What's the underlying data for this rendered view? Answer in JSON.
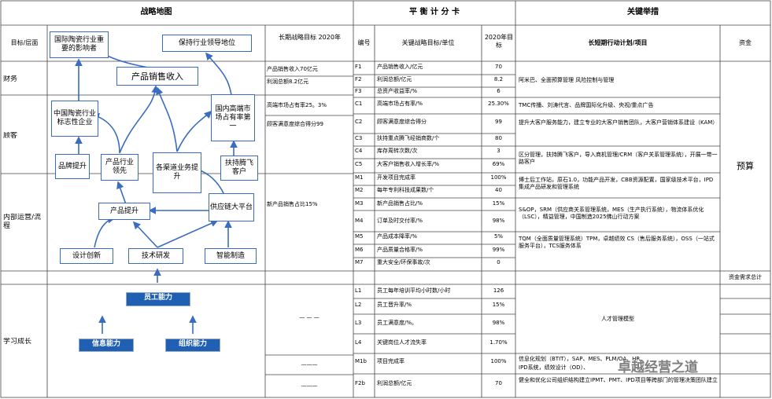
{
  "headers": {
    "strategy_map": "战略地图",
    "balanced_scorecard": "平 衡 计 分 卡",
    "key_measures": "关键举措"
  },
  "subheaders": {
    "goal_level": "目标/层面",
    "long_term_goal": "长期战略目标 2020年",
    "number": "编号",
    "kpi": "关键战略目标/单位",
    "target_2020": "2020年目标",
    "action_plan": "长短期行动计划/项目",
    "fund": "资金"
  },
  "levels": {
    "finance": "财务",
    "customer": "顾客",
    "internal": "内部运营/流程",
    "learning": "学习成长"
  },
  "map_boxes": {
    "intl_influence": "国际陶瓷行业重要的影响者",
    "lead_position": "保持行业领导地位",
    "product_sales": "产品销售收入",
    "china_brand": "中国陶瓷行业标志性企业",
    "domestic_share": "国内高端市场占有率第一",
    "brand_up": "品牌提升",
    "product_lead": "产品行业领先",
    "channel_up": "各渠道业务提升",
    "support_clients": "扶持腾飞客户",
    "product_up": "产品提升",
    "supply_platform": "供应链大平台",
    "design": "设计创新",
    "tech": "技术研发",
    "smart_mfg": "智能制造",
    "staff_ability": "员工能力",
    "info_ability": "信息能力",
    "org_ability": "组织能力"
  },
  "long_term_goals": [
    "产品销售收入70亿元",
    "利润总额8.2亿元",
    "高端市场占有率25。3%",
    "顾客满意度综合得分99",
    "新产品销售占比15%"
  ],
  "learning_goal_dash": "— — —",
  "learning_goal_dash2": "———",
  "learning_goal_dash3": "———",
  "kpis": [
    {
      "id": "F1",
      "name": "产品销售收入/亿元",
      "target": "70"
    },
    {
      "id": "F2",
      "name": "利润总额/亿元",
      "target": "8.2"
    },
    {
      "id": "F3",
      "name": "总资产收益率/%",
      "target": "6"
    },
    {
      "id": "C1",
      "name": "高端市场占有率/%",
      "target": "25.30%"
    },
    {
      "id": "C2",
      "name": "顾客满意度综合得分",
      "target": "99"
    },
    {
      "id": "C3",
      "name": "扶持重点腾飞经销商数/个",
      "target": "80"
    },
    {
      "id": "C4",
      "name": "库存周转次数/次",
      "target": "3"
    },
    {
      "id": "C5",
      "name": "大客户销售收入增长率/%",
      "target": "69%"
    },
    {
      "id": "M1",
      "name": "开发项目完成率",
      "target": "100%"
    },
    {
      "id": "M2",
      "name": "每年专利科技成果数/个",
      "target": "40"
    },
    {
      "id": "M3",
      "name": "新产品销售占比/%",
      "target": "15%"
    },
    {
      "id": "M4",
      "name": "订单及时交付率/%",
      "target": "98%"
    },
    {
      "id": "M5",
      "name": "产品成本降率/%",
      "target": "5%"
    },
    {
      "id": "M6",
      "name": "产品质量合格率/%",
      "target": "99%"
    },
    {
      "id": "M7",
      "name": "重大安全/环保事故/次",
      "target": "0"
    },
    {
      "id": "L1",
      "name": "员工每年培训平均小时数/小时",
      "target": "126"
    },
    {
      "id": "L2",
      "name": "员工晋升率/%",
      "target": "15%"
    },
    {
      "id": "L3",
      "name": "员工满意度/%。",
      "target": "98%"
    },
    {
      "id": "L4",
      "name": "关键岗位人才流失率",
      "target": "1.70%"
    },
    {
      "id": "M1b",
      "name": "项目完成率",
      "target": "100%"
    },
    {
      "id": "F2b",
      "name": "利润总额/亿元",
      "target": "70"
    }
  ],
  "actions": {
    "finance": "阿米巴、全面预算管理  风险控制与管理",
    "c1": "TMC传播、刘涛代言、品牌国际化升级、央视/重点广告",
    "c2": "提升大客户服务能力，建立专业的大客户销售团队，大客户营销体系建设（KAM）",
    "c4": "区分管理，扶持腾飞客户，导入商机管理/CRM（客户关系管理系统），开展一带一路客户",
    "m1": "博士后工作站，原石1.0，功能产品开发，CBB资源配置，国家级技术平台，IPD集成产品研发和管理系统",
    "m3": "S&OP，SRM（供应商关系管理系统，MES（生产执行系统），物流体系优化（LSC），精益管理，中国制造2025佛山行动方案",
    "m5": "TQM（全面质量管理系统）TPM，卓越绩效 CS（售后服务系统），OSS（一站式服务平台），TCS服务体系",
    "learning": "人才管理模型",
    "info1": "信息化规划（BTIT），SAP、MES、PLM/OA、HR、",
    "info2": "IPD系统，绩效设计（OD）、",
    "last": "健全和优化公司组织结构建立IPMT、PMT、IPD项目等跨部门的管理决策团队建立"
  },
  "fund": {
    "budget": "预算",
    "total": "资金需求总计"
  },
  "watermark": "卓越经营之道"
}
